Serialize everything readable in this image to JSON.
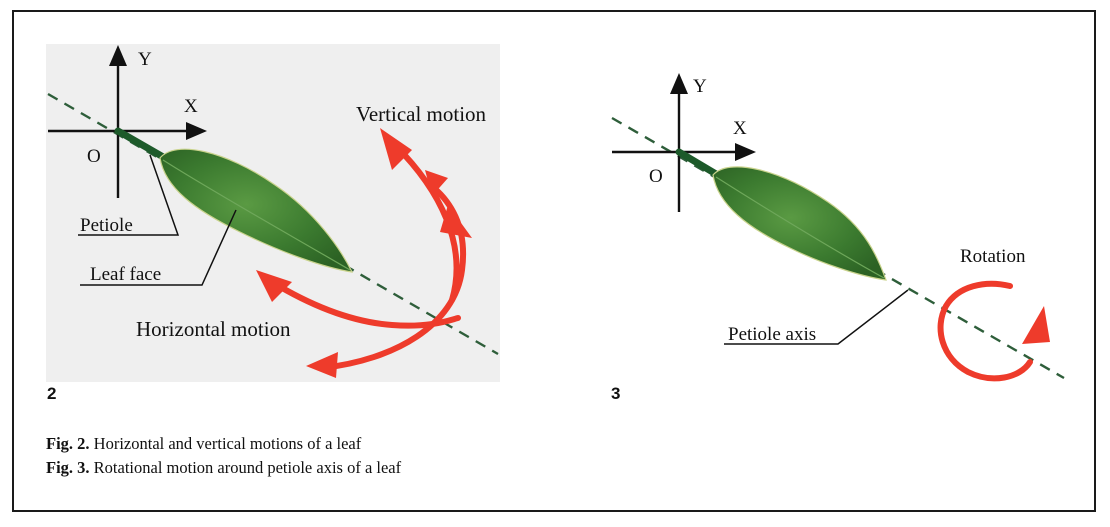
{
  "figure2": {
    "number": "2",
    "axis_y": "Y",
    "axis_x": "X",
    "origin": "O",
    "label_vertical_motion": "Vertical motion",
    "label_petiole": "Petiole",
    "label_leaf_face": "Leaf face",
    "label_horizontal_motion": "Horizontal motion"
  },
  "figure3": {
    "number": "3",
    "axis_y": "Y",
    "axis_x": "X",
    "origin": "O",
    "label_rotation": "Rotation",
    "label_petiole_axis": "Petiole axis"
  },
  "captions": [
    {
      "tag": "Fig. 2.",
      "text": "Horizontal and vertical motions of a leaf"
    },
    {
      "tag": "Fig. 3.",
      "text": "Rotational motion around petiole axis of a leaf"
    }
  ],
  "colors": {
    "arrow_red": "#ee3b2b",
    "leaf_green": "#3f7d32",
    "petiole_green": "#1d5a2a",
    "dashed_axis": "#2e5e3a",
    "panel_bg": "#efefef"
  }
}
